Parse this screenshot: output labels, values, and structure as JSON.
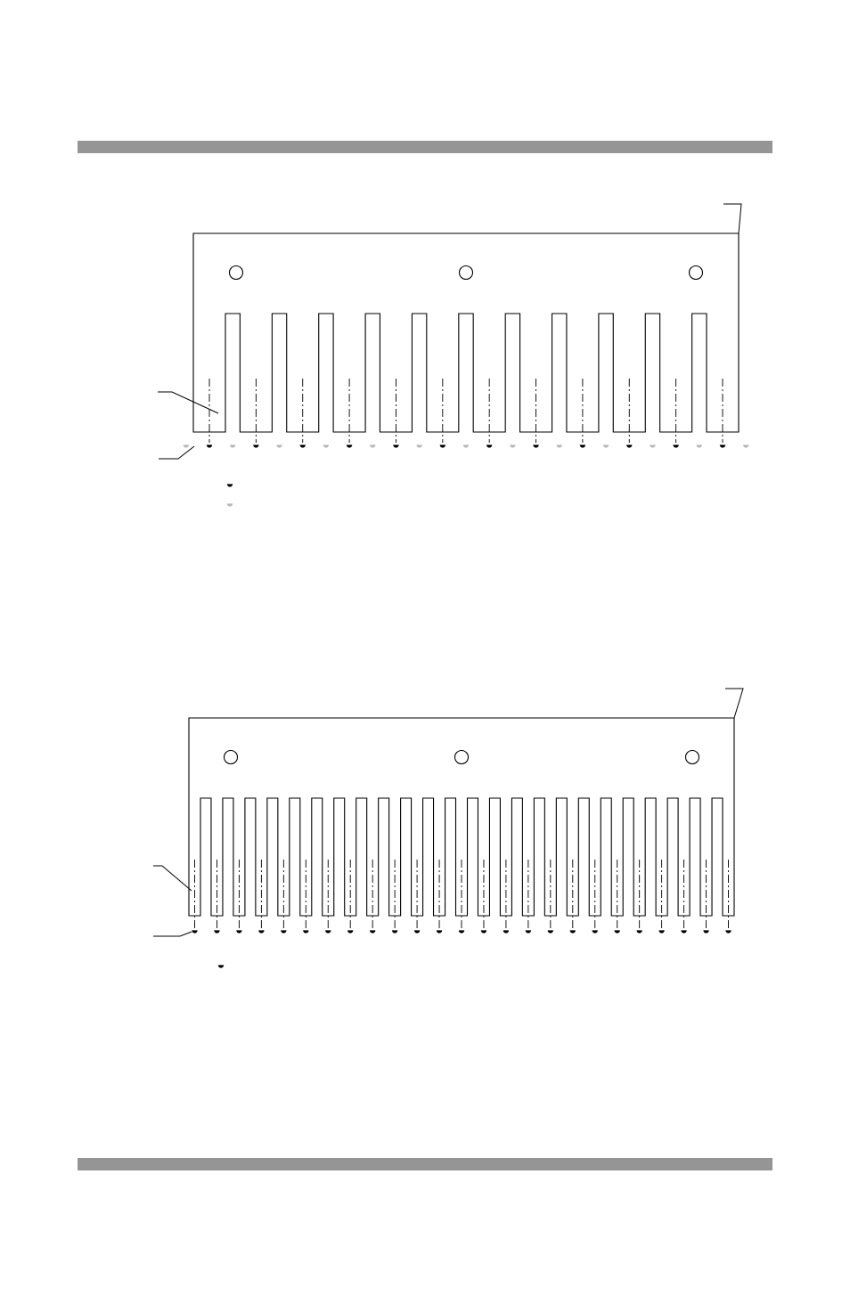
{
  "colors": {
    "header_bar": "#959595",
    "footer_bar": "#959595",
    "line": "#000000",
    "well_marker_primary": "#000000",
    "well_marker_alternate": "#b8b8b8"
  },
  "combs": [
    {
      "id": "comb-12-tooth",
      "tooth_count": 12,
      "mounting_holes": 3,
      "well_markers": {
        "primary_count": 12,
        "alternate_count": 13,
        "legend": [
          "primary-well-marker",
          "alternate-well-marker"
        ]
      }
    },
    {
      "id": "comb-25-tooth",
      "tooth_count": 25,
      "mounting_holes": 3,
      "well_markers": {
        "primary_count": 25,
        "alternate_count": 0,
        "legend": [
          "primary-well-marker"
        ]
      }
    }
  ]
}
